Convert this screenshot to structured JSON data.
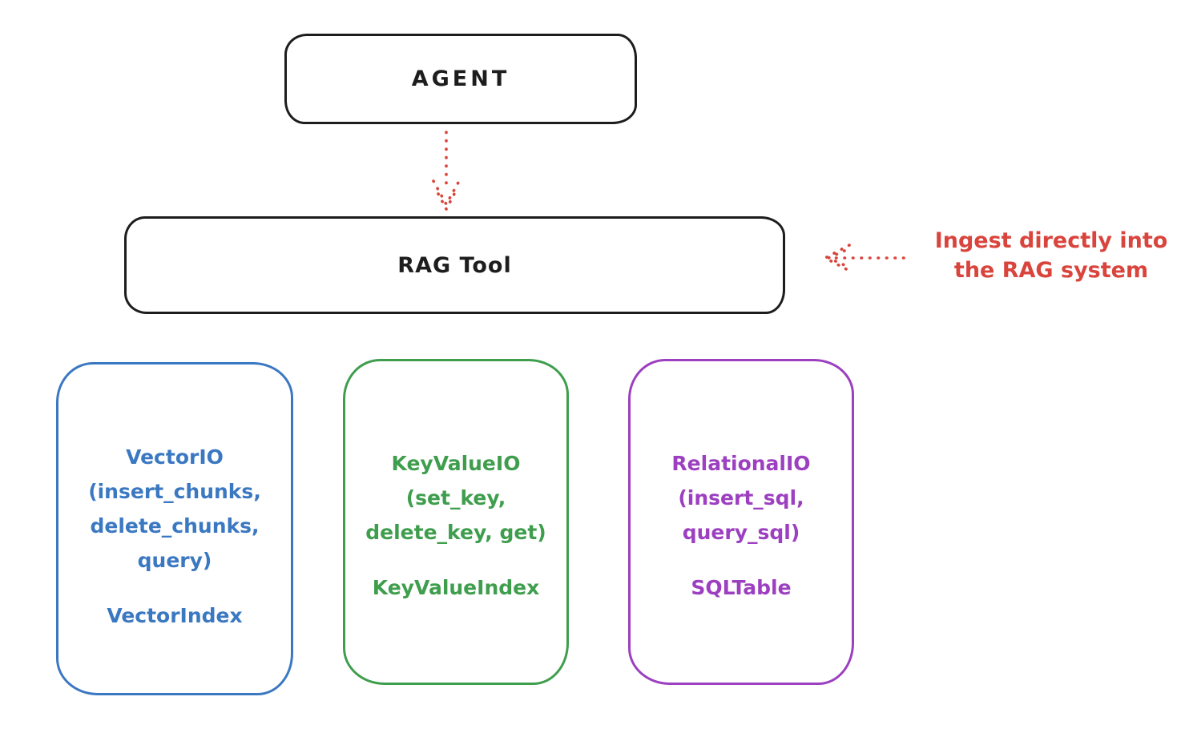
{
  "colors": {
    "ink": "#1d1d1d",
    "red": "#d9443c",
    "blue": "#3b78c2",
    "green": "#3f9e4d",
    "purple": "#9c3fc0",
    "bg": "#ffffff"
  },
  "agent": {
    "label": "AGENT"
  },
  "rag_tool": {
    "label": "RAG Tool"
  },
  "annotation": {
    "line1": "Ingest directly into",
    "line2": "the RAG system"
  },
  "providers": [
    {
      "name": "VectorIO",
      "color": "#3b78c2",
      "lines": [
        "VectorIO",
        "(insert_chunks,",
        "delete_chunks,",
        "query)"
      ],
      "index_label": "VectorIndex"
    },
    {
      "name": "KeyValueIO",
      "color": "#3f9e4d",
      "lines": [
        "KeyValueIO",
        "(set_key,",
        "delete_key, get)"
      ],
      "index_label": "KeyValueIndex"
    },
    {
      "name": "RelationalIO",
      "color": "#9c3fc0",
      "lines": [
        "RelationalIO",
        "(insert_sql,",
        "query_sql)"
      ],
      "index_label": "SQLTable"
    }
  ]
}
